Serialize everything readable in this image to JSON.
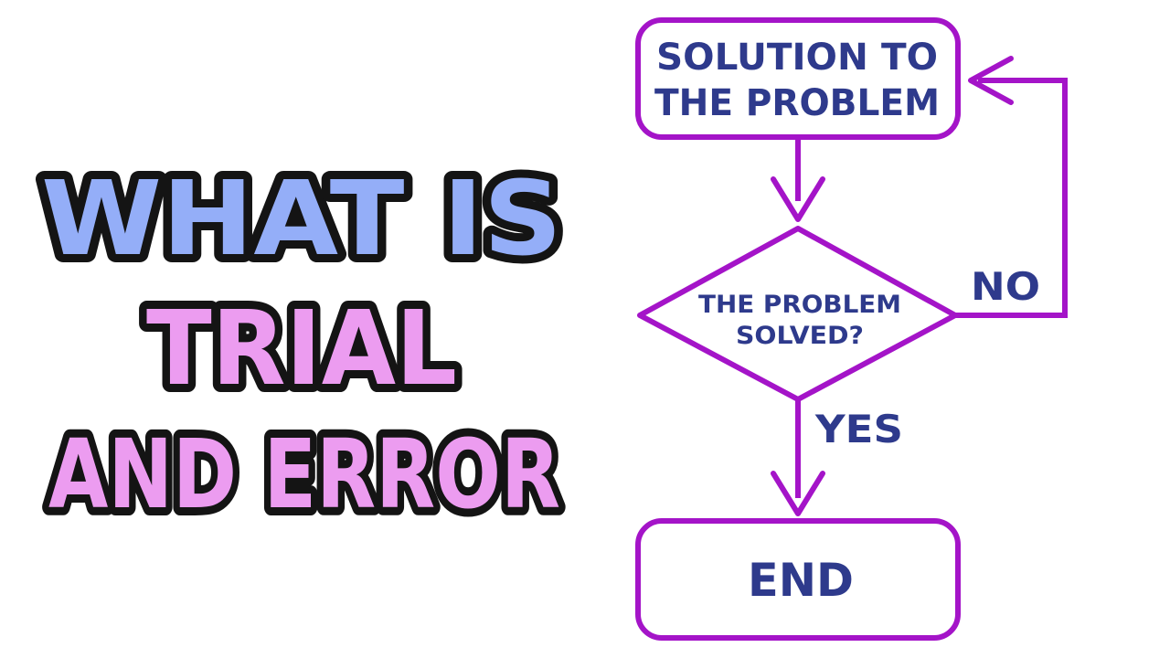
{
  "title": {
    "line1": "WHAT IS",
    "line2": "TRIAL",
    "line3": "AND ERROR",
    "line1_color": "#94aef8",
    "line23_color": "#ec9cf0",
    "outline_color": "#141414"
  },
  "flowchart": {
    "stroke_color": "#a414c8",
    "text_color": "#2e3a8c",
    "start_line1": "SOLUTION TO",
    "start_line2": "THE PROBLEM",
    "decision_line1": "THE PROBLEM",
    "decision_line2": "SOLVED?",
    "no_label": "NO",
    "yes_label": "YES",
    "end_label": "END"
  }
}
